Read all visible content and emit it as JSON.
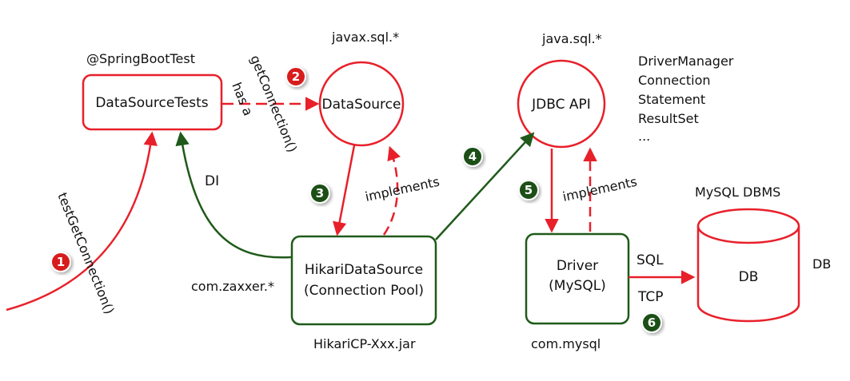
{
  "nodes": {
    "datasource_tests": "DataSourceTests",
    "datasource": "DataSource",
    "jdbc_api": "JDBC API",
    "hikari_line1": "HikariDataSource",
    "hikari_line2": "(Connection Pool)",
    "driver_line1": "Driver",
    "driver_line2": "(MySQL)",
    "db": "DB"
  },
  "labels": {
    "spring_boot_test": "@SpringBootTest",
    "javax_sql": "javax.sql.*",
    "java_sql": "java.sql.*",
    "com_zaxxer": "com.zaxxer.*",
    "hikari_jar": "HikariCP-Xxx.jar",
    "com_mysql": "com.mysql",
    "mysql_dbms": "MySQL DBMS",
    "db_side": "DB"
  },
  "jdbc_list": [
    "DriverManager",
    "Connection",
    "Statement",
    "ResultSet",
    "..."
  ],
  "edges": {
    "test_get_connection": "testGetConnection()",
    "get_connection": "getConnection()",
    "has_a": "has a",
    "di": "DI",
    "implements_1": "implements",
    "implements_2": "implements",
    "sql": "SQL",
    "tcp": "TCP"
  },
  "steps": [
    "1",
    "2",
    "3",
    "4",
    "5",
    "6"
  ],
  "colors": {
    "red": "#e8202a",
    "green": "#1f5a1a",
    "badge_red": "#d81e1e",
    "badge_green": "#1a4f17"
  }
}
